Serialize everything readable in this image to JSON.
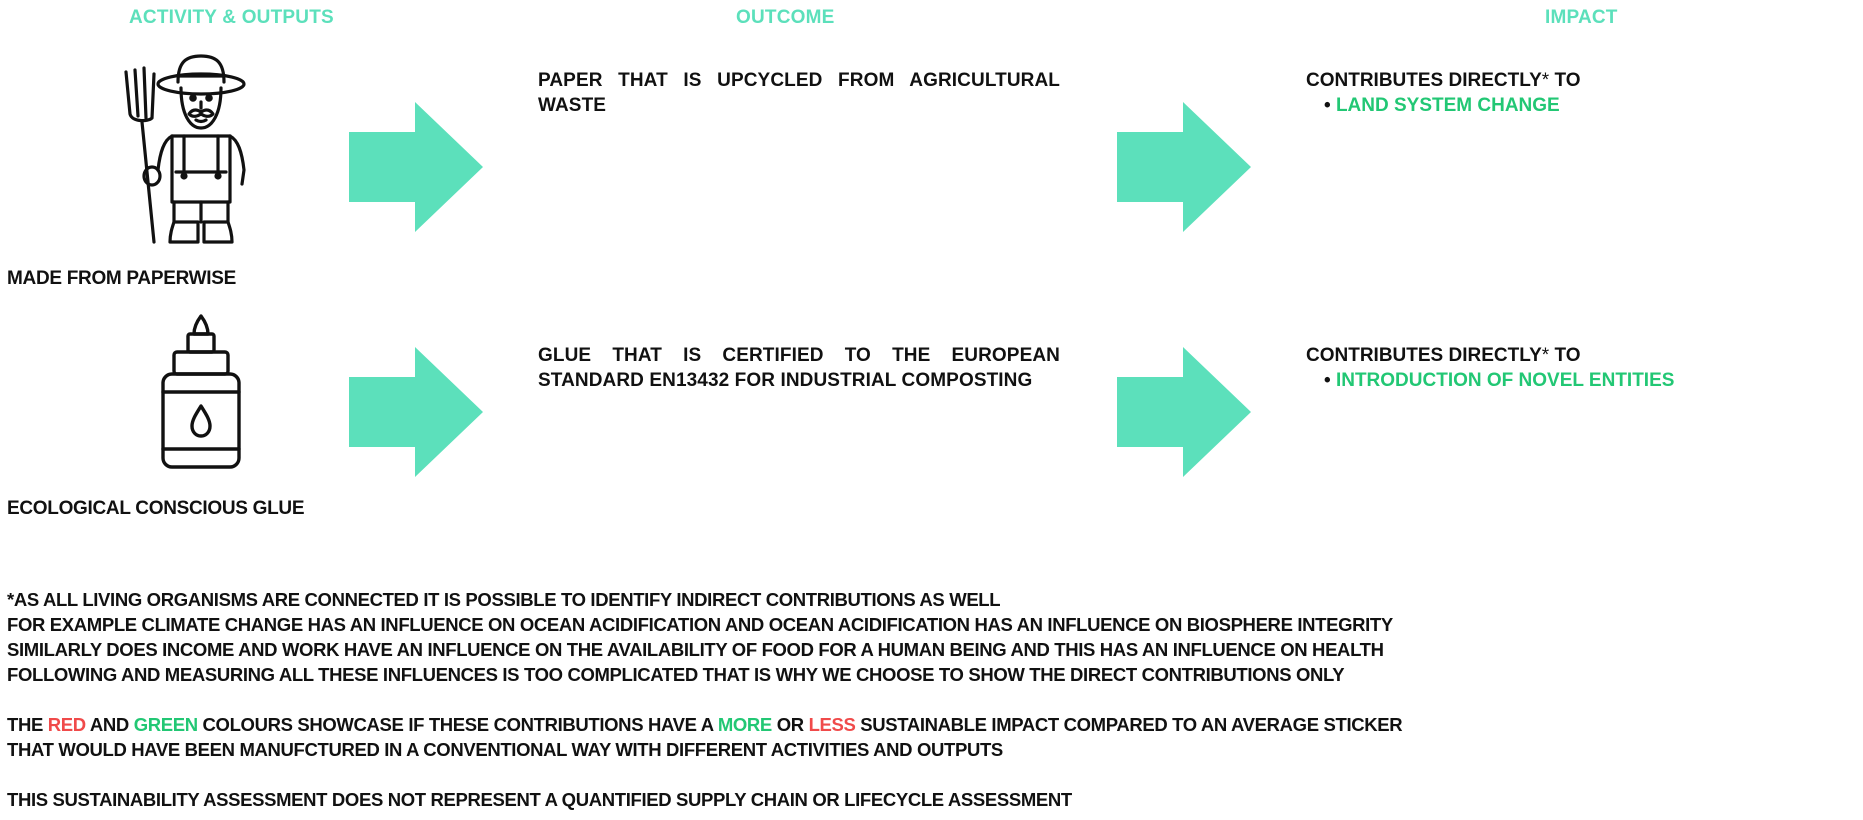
{
  "headers": {
    "activity": "ACTIVITY & OUTPUTS",
    "outcome": "OUTCOME",
    "impact": "IMPACT"
  },
  "colors": {
    "arrow": "#5ce0bb",
    "header": "#5ce0bb",
    "green": "#22c774",
    "red": "#f04a4a",
    "text": "#111111"
  },
  "rows": [
    {
      "icon": "farmer-icon",
      "activity_label": "MADE FROM PAPERWISE",
      "outcome": "PAPER THAT IS UPCYCLED FROM AGRICULTURAL WASTE",
      "impact_prefix": "CONTRIBUTES DIRECTLY",
      "impact_asterisk": "*",
      "impact_suffix": " TO",
      "impact_bullet": "•",
      "impact_item": "LAND SYSTEM CHANGE"
    },
    {
      "icon": "glue-bottle-icon",
      "activity_label": "ECOLOGICAL CONSCIOUS GLUE",
      "outcome": "GLUE THAT IS CERTIFIED TO THE EUROPEAN STANDARD EN13432 FOR INDUSTRIAL COMPOSTING",
      "impact_prefix": "CONTRIBUTES DIRECTLY",
      "impact_asterisk": "*",
      "impact_suffix": " TO",
      "impact_bullet": "•",
      "impact_item": "INTRODUCTION OF NOVEL ENTITIES"
    }
  ],
  "footnote": {
    "lines": [
      "*AS ALL LIVING ORGANISMS ARE CONNECTED IT IS POSSIBLE TO IDENTIFY INDIRECT CONTRIBUTIONS AS WELL",
      "FOR EXAMPLE CLIMATE CHANGE HAS AN INFLUENCE ON OCEAN ACIDIFICATION AND OCEAN ACIDIFICATION HAS AN INFLUENCE ON BIOSPHERE INTEGRITY",
      "SIMILARLY DOES INCOME AND WORK HAVE AN INFLUENCE ON THE AVAILABILITY OF FOOD FOR A HUMAN BEING AND THIS HAS AN INFLUENCE ON HEALTH",
      "FOLLOWING AND MEASURING ALL THESE INFLUENCES IS TOO COMPLICATED THAT IS WHY WE CHOOSE TO SHOW THE DIRECT CONTRIBUTIONS ONLY"
    ]
  },
  "colour_note": {
    "the": "THE ",
    "red": "RED",
    "and": " AND ",
    "green": "GREEN",
    "mid": " COLOURS SHOWCASE IF THESE CONTRIBUTIONS HAVE A ",
    "more": "MORE",
    "or": " OR ",
    "less": "LESS",
    "end": " SUSTAINABLE IMPACT COMPARED TO AN AVERAGE STICKER",
    "line2": "THAT WOULD HAVE BEEN MANUFCTURED IN A CONVENTIONAL WAY WITH DIFFERENT ACTIVITIES AND OUTPUTS"
  },
  "disclaimer": "THIS SUSTAINABILITY ASSESSMENT DOES NOT REPRESENT A QUANTIFIED SUPPLY CHAIN OR LIFECYCLE ASSESSMENT"
}
